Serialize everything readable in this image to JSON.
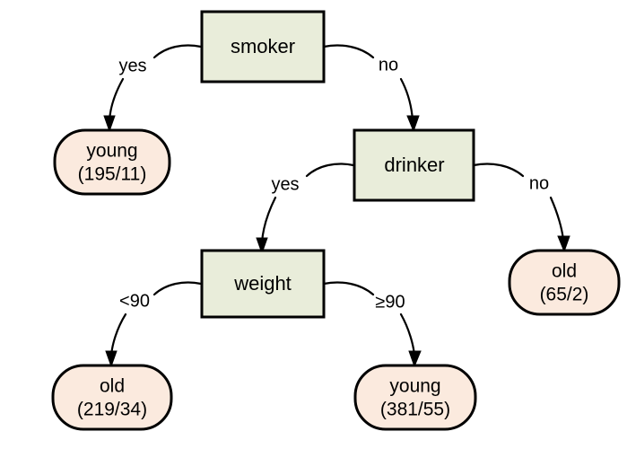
{
  "diagram": {
    "type": "decision-tree",
    "background_color": "#ffffff",
    "internal_node_fill": "#e9edda",
    "leaf_node_fill": "#fbeade",
    "stroke_color": "#000000"
  },
  "nodes": {
    "root": {
      "label": "smoker",
      "kind": "internal"
    },
    "drinker": {
      "label": "drinker",
      "kind": "internal"
    },
    "weight": {
      "label": "weight",
      "kind": "internal"
    },
    "leaf_young_195": {
      "label_line1": "young",
      "label_line2": "(195/11)",
      "kind": "leaf",
      "class": "young",
      "counts": "195/11"
    },
    "leaf_old_65": {
      "label_line1": "old",
      "label_line2": "(65/2)",
      "kind": "leaf",
      "class": "old",
      "counts": "65/2"
    },
    "leaf_old_219": {
      "label_line1": "old",
      "label_line2": "(219/34)",
      "kind": "leaf",
      "class": "old",
      "counts": "219/34"
    },
    "leaf_young_381": {
      "label_line1": "young",
      "label_line2": "(381/55)",
      "kind": "leaf",
      "class": "young",
      "counts": "381/55"
    }
  },
  "edges": {
    "smoker_yes": {
      "label": "yes",
      "from": "smoker",
      "to": "young (195/11)"
    },
    "smoker_no": {
      "label": "no",
      "from": "smoker",
      "to": "drinker"
    },
    "drinker_yes": {
      "label": "yes",
      "from": "drinker",
      "to": "weight"
    },
    "drinker_no": {
      "label": "no",
      "from": "drinker",
      "to": "old (65/2)"
    },
    "weight_lt": {
      "label": "<90",
      "from": "weight",
      "to": "old (219/34)"
    },
    "weight_ge": {
      "label": "≥90",
      "from": "weight",
      "to": "young (381/55)"
    }
  }
}
